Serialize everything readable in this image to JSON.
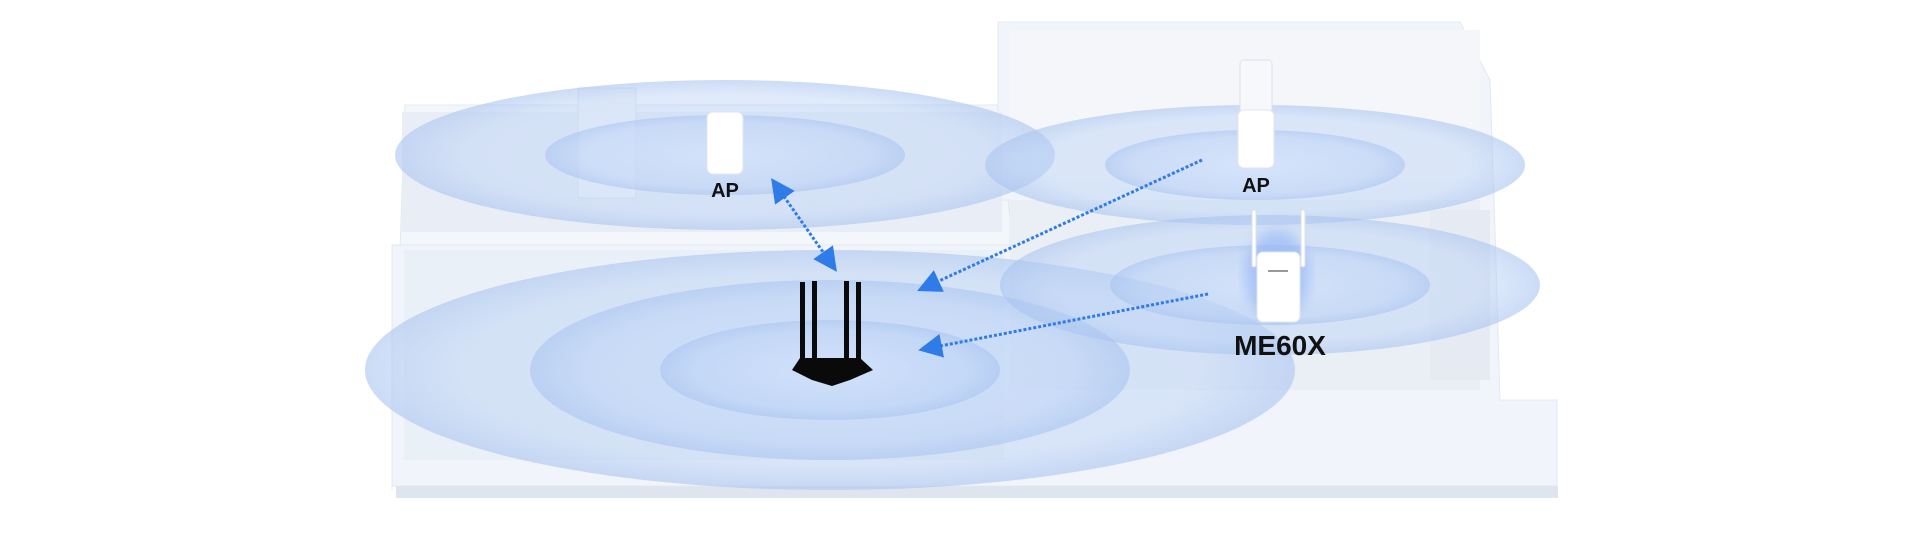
{
  "labels": {
    "ap_left": "AP",
    "ap_right": "AP",
    "extender": "ME60X"
  },
  "colors": {
    "signal": "#9fbef0",
    "link_arrow": "#2f7be8",
    "router": "#0a0a0a",
    "house": "#eef2f8"
  }
}
